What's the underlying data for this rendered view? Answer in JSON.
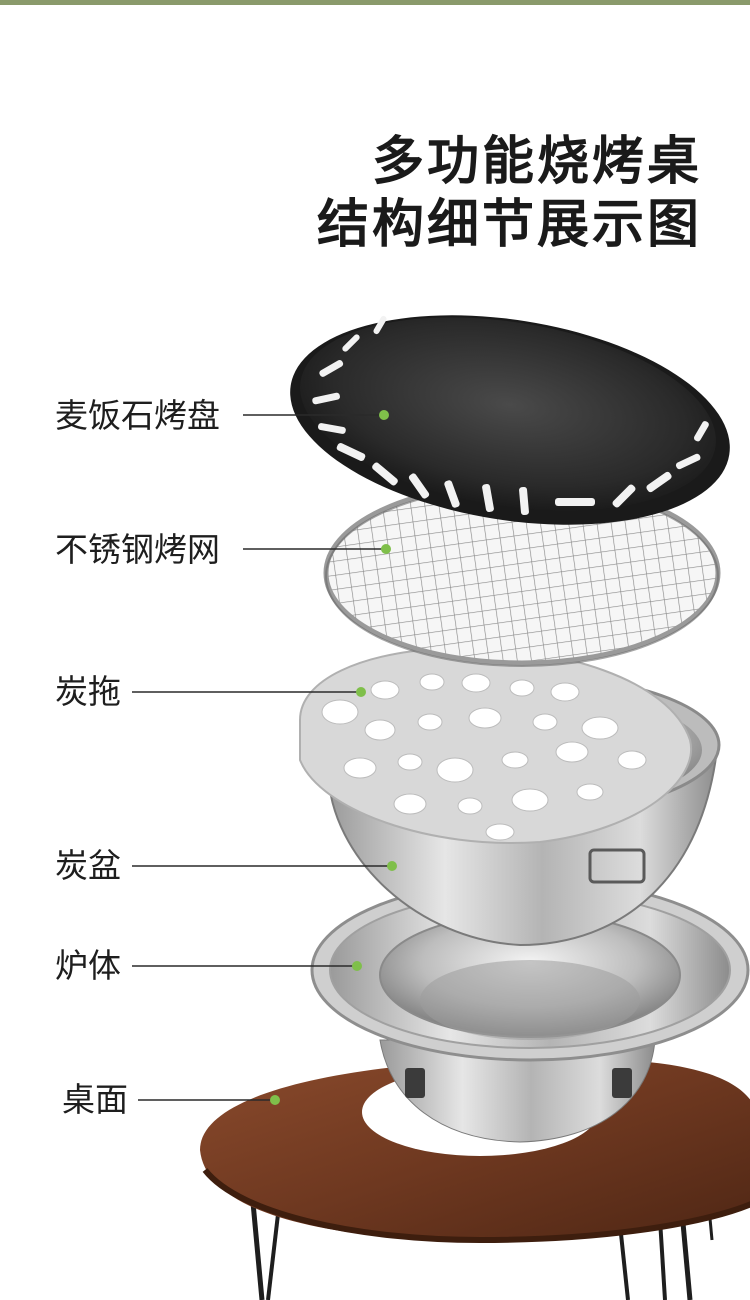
{
  "title": {
    "line1": "多功能烧烤桌",
    "line2": "结构细节展示图"
  },
  "parts": [
    {
      "id": "grill-plate",
      "label": "麦饭石烤盘"
    },
    {
      "id": "grill-mesh",
      "label": "不锈钢烤网"
    },
    {
      "id": "charcoal-tray",
      "label": "炭拖"
    },
    {
      "id": "charcoal-basin",
      "label": "炭盆"
    },
    {
      "id": "stove-body",
      "label": "炉体"
    },
    {
      "id": "table-top",
      "label": "桌面"
    }
  ],
  "colors": {
    "accent_bar": "#8a9a6b",
    "leader_dot": "#7fbf4a",
    "title_text": "#1a1a1a"
  }
}
